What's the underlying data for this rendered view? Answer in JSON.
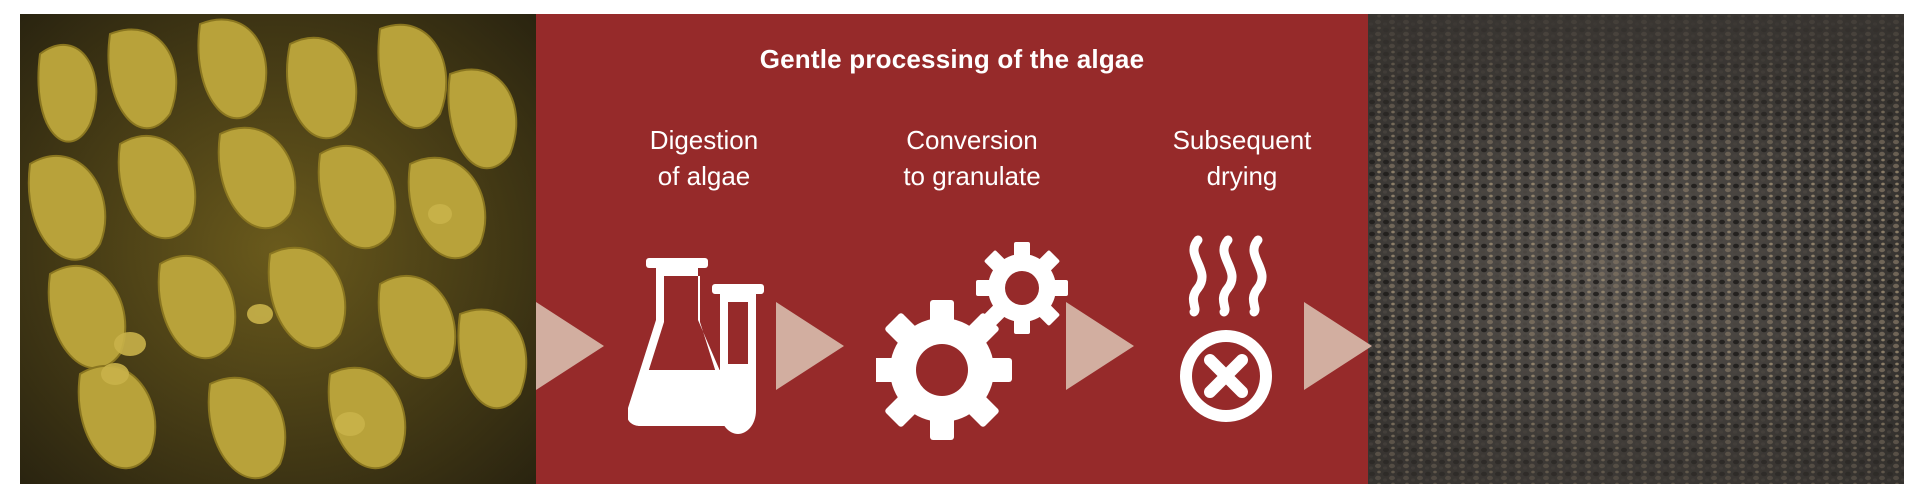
{
  "panel": {
    "title": "Gentle processing of the algae",
    "background_color": "#962a2a",
    "arrow_color": "#d2aea0",
    "steps": [
      {
        "label": "Digestion\nof algae",
        "icon": "flask-test-tube-icon"
      },
      {
        "label": "Conversion\nto granulate",
        "icon": "gears-icon"
      },
      {
        "label": "Subsequent\ndrying",
        "icon": "heat-x-icon"
      }
    ]
  },
  "photos": {
    "left": "seaweed-photo",
    "right": "granulate-photo"
  }
}
